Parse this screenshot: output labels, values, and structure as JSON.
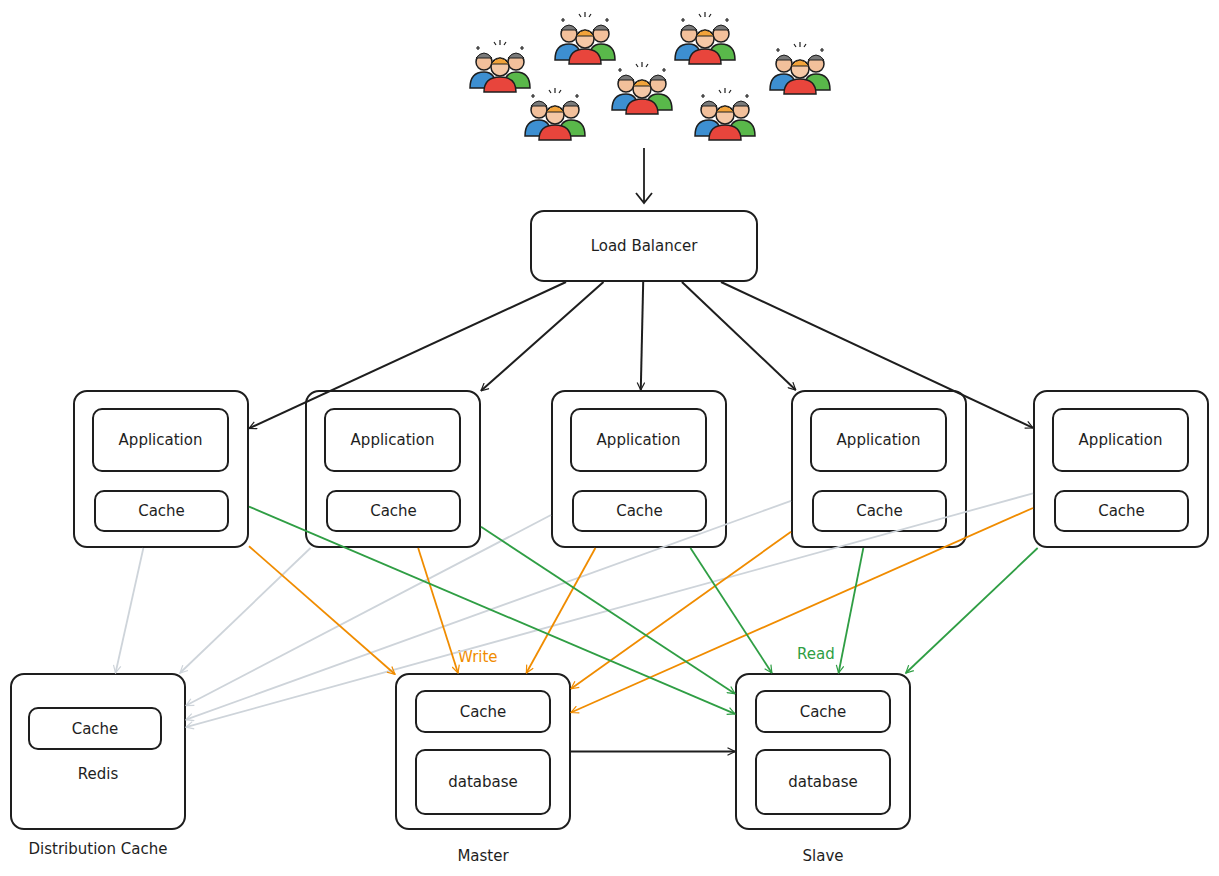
{
  "diagram": {
    "nodes": [
      {
        "text": [
          "Load Balancer"
        ]
      },
      {
        "text": []
      },
      {
        "text": [
          "Application"
        ],
        "in": 1
      },
      {
        "text": [
          "Cache"
        ],
        "in": 1
      },
      {
        "text": []
      },
      {
        "text": [
          "Application"
        ],
        "in": 4
      },
      {
        "text": [
          "Cache"
        ],
        "in": 4
      },
      {
        "text": []
      },
      {
        "text": [
          "Application"
        ],
        "in": 7
      },
      {
        "text": [
          "Cache"
        ],
        "in": 7
      },
      {
        "text": []
      },
      {
        "text": [
          "Application"
        ],
        "in": 10
      },
      {
        "text": [
          "Cache"
        ],
        "in": 10
      },
      {
        "text": []
      },
      {
        "text": [
          "Application"
        ],
        "in": 13
      },
      {
        "text": [
          "Cache"
        ],
        "in": 13
      },
      {
        "text": [
          "Redis",
          "Distribution Cache"
        ]
      },
      {
        "text": [
          "Cache"
        ],
        "in": 16
      },
      {
        "text": [
          "Master"
        ]
      },
      {
        "text": [
          "Cache"
        ],
        "in": 18
      },
      {
        "text": [
          "database"
        ],
        "in": 18
      },
      {
        "text": [
          "Slave"
        ]
      },
      {
        "text": [
          "Cache"
        ],
        "in": 21
      },
      {
        "text": [
          "database"
        ],
        "in": 21
      }
    ],
    "edges": [
      {
        "from": 0,
        "to": 1,
        "arrow": "to"
      },
      {
        "from": 0,
        "to": 4,
        "arrow": "to"
      },
      {
        "from": 0,
        "to": 7,
        "arrow": "to"
      },
      {
        "from": 0,
        "to": 10,
        "arrow": "to"
      },
      {
        "from": 0,
        "to": 13,
        "arrow": "to"
      },
      {
        "from": 1,
        "to": 16,
        "arrow": "to"
      },
      {
        "from": 4,
        "to": 16,
        "arrow": "to"
      },
      {
        "from": 7,
        "to": 16,
        "arrow": "to"
      },
      {
        "from": 10,
        "to": 16,
        "arrow": "to"
      },
      {
        "from": 13,
        "to": 16,
        "arrow": "to"
      },
      {
        "from": 1,
        "to": 18,
        "arrow": "to"
      },
      {
        "from": 4,
        "to": 18,
        "arrow": "to"
      },
      {
        "from": 7,
        "to": 18,
        "arrow": "to"
      },
      {
        "from": 10,
        "to": 18,
        "arrow": "to"
      },
      {
        "from": 13,
        "to": 18,
        "arrow": "to"
      },
      {
        "from": 1,
        "to": 21,
        "arrow": "to"
      },
      {
        "from": 4,
        "to": 21,
        "arrow": "to"
      },
      {
        "from": 7,
        "to": 21,
        "arrow": "to"
      },
      {
        "from": 10,
        "to": 21,
        "arrow": "to"
      },
      {
        "from": 13,
        "to": 21,
        "arrow": "to"
      },
      {
        "from": 18,
        "to": 21,
        "arrow": "to"
      }
    ],
    "labels": [
      "Write",
      "Read"
    ]
  }
}
